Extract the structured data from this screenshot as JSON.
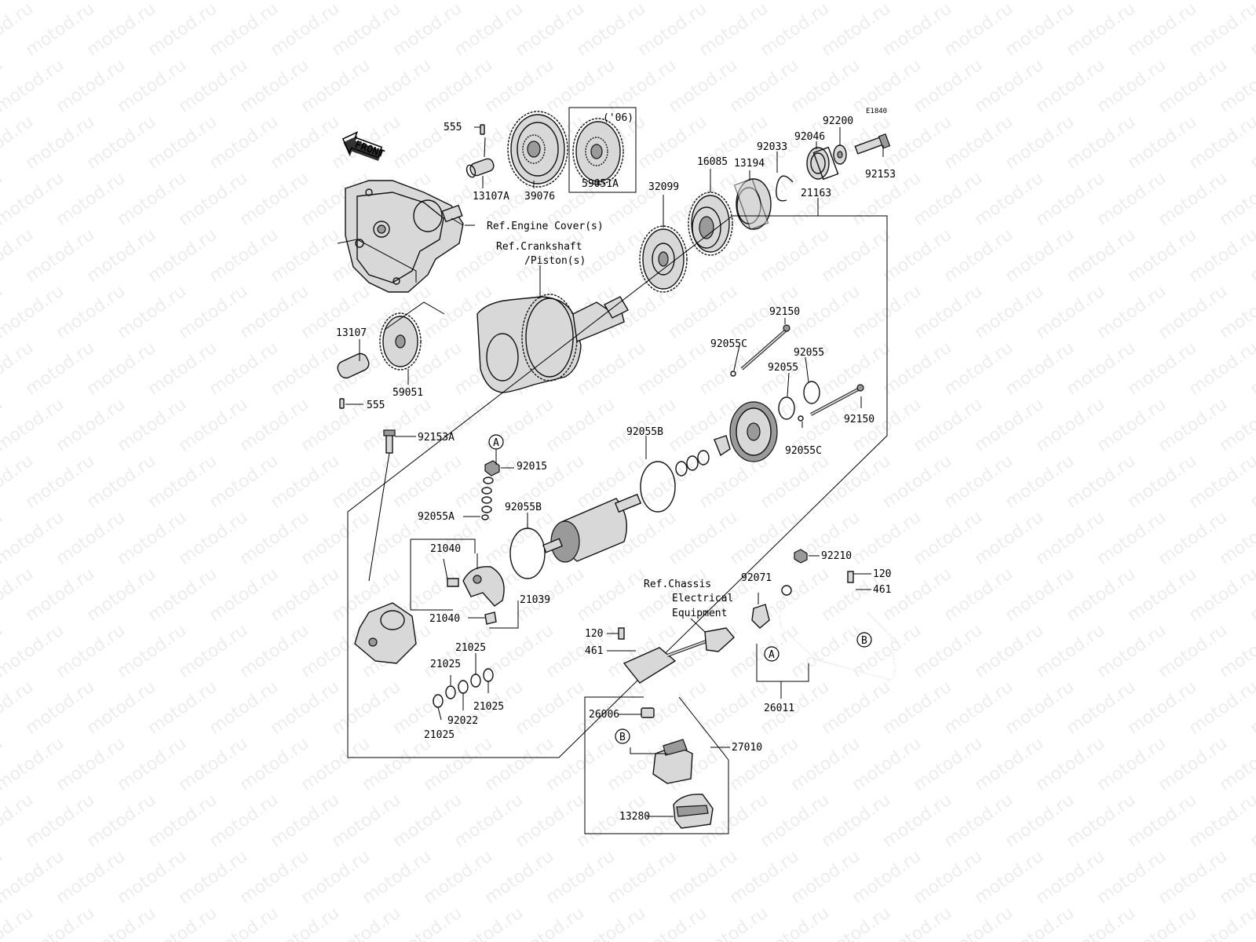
{
  "watermark": "motod.ru",
  "diagram_code": "E1840",
  "front_arrow_label": "FRONT",
  "year_note": "('06)",
  "callouts": {
    "p555_top": "555",
    "p13107A": "13107A",
    "p39076": "39076",
    "p59051A": "59051A",
    "ref_engine_cover": "Ref.Engine Cover(s)",
    "ref_crankshaft_1": "Ref.Crankshaft",
    "ref_crankshaft_2": "/Piston(s)",
    "p13107": "13107",
    "p59051": "59051",
    "p555_bottom": "555",
    "p32099": "32099",
    "p16085": "16085",
    "p13194": "13194",
    "p92033": "92033",
    "p92046": "92046",
    "p92200": "92200",
    "p92153": "92153",
    "p21163": "21163",
    "p92150_top": "92150",
    "p92055C_top": "92055C",
    "p92055_a": "92055",
    "p92055_b": "92055",
    "p92150_right": "92150",
    "p92055C_bottom": "92055C",
    "p92153A": "92153A",
    "p92015": "92015",
    "p92055B_top": "92055B",
    "p92055A": "92055A",
    "p92055B_mid": "92055B",
    "p21040_top": "21040",
    "p21039": "21039",
    "p21040_bottom": "21040",
    "p21025_a": "21025",
    "p21025_b": "21025",
    "p21025_c": "21025",
    "p92022": "92022",
    "p21025_d": "21025",
    "p92210": "92210",
    "p120_right": "120",
    "p461_right": "461",
    "p92071": "92071",
    "ref_chassis_1": "Ref.Chassis",
    "ref_chassis_2": "Electrical",
    "ref_chassis_3": "Equipment",
    "p120_left": "120",
    "p461_left": "461",
    "p26011": "26011",
    "p26006": "26006",
    "p27010": "27010",
    "p13280": "13280",
    "marker_A1": "A",
    "marker_A2": "A",
    "marker_B1": "B",
    "marker_B2": "B"
  }
}
